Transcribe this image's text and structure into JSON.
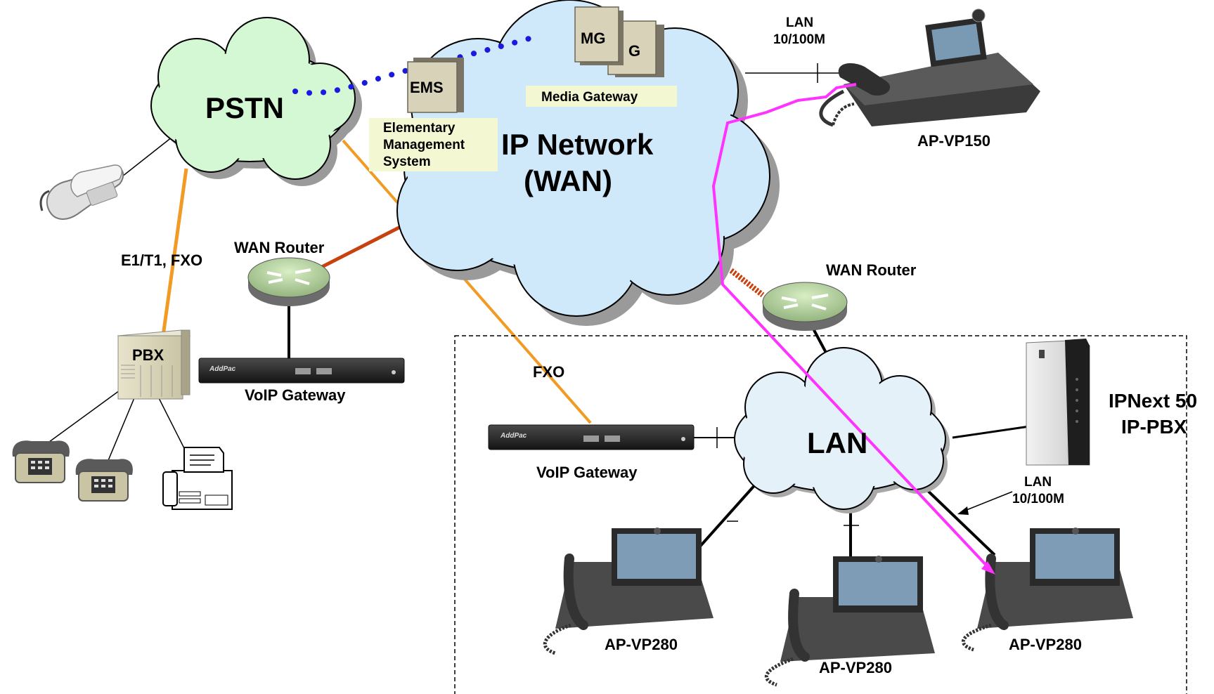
{
  "clouds": {
    "pstn": "PSTN",
    "ip_network_line1": "IP Network",
    "ip_network_line2": "(WAN)",
    "lan": "LAN"
  },
  "ems": {
    "box_label": "EMS",
    "caption_line1": "Elementary",
    "caption_line2": "Management",
    "caption_line3": "System"
  },
  "media_gateway": {
    "box_label_front": "MG",
    "box_label_back": "G",
    "caption": "Media Gateway"
  },
  "labels": {
    "lan_top_line1": "LAN",
    "lan_top_line2": "10/100M",
    "ap_vp150": "AP-VP150",
    "e1_t1_fxo": "E1/T1, FXO",
    "wan_router_left": "WAN Router",
    "wan_router_right": "WAN Router",
    "pbx": "PBX",
    "voip_gateway_left": "VoIP Gateway",
    "voip_gateway_right": "VoIP Gateway",
    "fxo": "FXO",
    "ipnext_line1": "IPNext 50",
    "ipnext_line2": "IP-PBX",
    "lan_bottom_line1": "LAN",
    "lan_bottom_line2": "10/100M",
    "ap_vp280_left": "AP-VP280",
    "ap_vp280_center": "AP-VP280",
    "ap_vp280_right": "AP-VP280",
    "device_brand": "AddPac"
  },
  "colors": {
    "pstn_cloud": "#d4f7d4",
    "wan_cloud": "#cfe8fa",
    "lan_cloud": "#e4f1f8",
    "caption_box": "#f4f8d2",
    "orange_link": "#f29b24",
    "red_link": "#c8410f",
    "magenta_path": "#ff33ff",
    "dotted_link": "#1a1adf"
  }
}
